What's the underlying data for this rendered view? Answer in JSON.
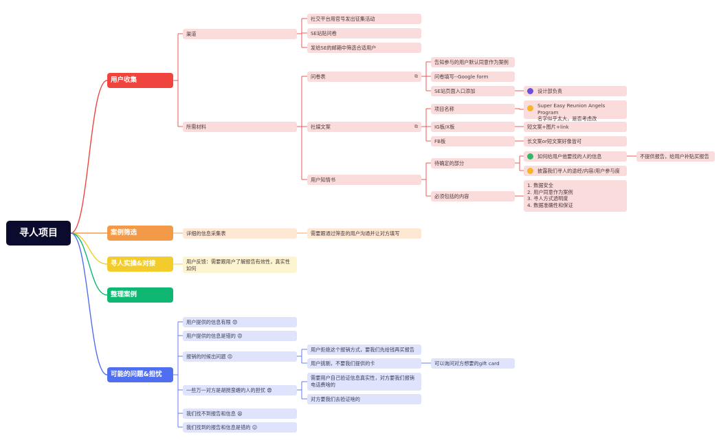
{
  "root": "寻人项目",
  "categories": {
    "c1": "用户收集",
    "c2": "案例筛选",
    "c3": "寻人实操&对接",
    "c4": "整理案例",
    "c5": "可能的问题&担忧"
  },
  "colors": {
    "c1": "#f0443e",
    "c2": "#f39a48",
    "c3": "#f2cc2c",
    "c4": "#0fb872",
    "c5": "#4f6ef0",
    "root": "#0b0b2e"
  },
  "nodes": {
    "qudao": "渠道",
    "social": "社交平台用官号发出征集活动",
    "se_post": "SE站贴问卷",
    "se_mail": "发给SE的邮箱中筛选合适用户",
    "materials": "所需材料",
    "survey": "问卷表",
    "consent_note": "告知参与的用户默认同意作为案例",
    "google_form": "问卷填写--Google form",
    "se_entry": "SE站页面入口添加",
    "design": "设计部负责",
    "social_copy": "社媒文案",
    "project_name": "项目名称",
    "program_l1": "Super Easy Reunion Angels Program",
    "program_l2": "名字似乎太大，是否考虑改",
    "ig": "IG板/X板",
    "ig_val": "短文案+图片+link",
    "fb": "FB板",
    "fb_val": "长文案or短文案好像皆可",
    "informed": "用户知情书",
    "tbd": "待确定的部分",
    "tbd_1": "如何给用户他要找的人的信息",
    "tbd_1a": "不提供报告，给用户补贴买报告",
    "tbd_2": "披露我们寻人的途经/内容/用户参与度",
    "must": "必须包括的内容",
    "must_list": [
      "1. 数据安全",
      "2. 用户同意作为案例",
      "3. 寻人方式透明度",
      "4. 数据准确性和保证"
    ],
    "detail_form": "详细的信息采集表",
    "detail_note": "需要跟通过筛查的用户沟通并让对方填写",
    "feedback": "用户反馈：需要跟用户了解报告有效性，真实性如何",
    "p1": "用户提供的信息有限 😟",
    "p2": "用户提供的信息是错的 😡",
    "p3": "报销的时候出问题 😣",
    "p3a": "用户拒绝这个报销方式，要我们先给钱再买报告",
    "p3b": "用户挑剔，不要我们提供的卡",
    "p3b1": "可以询问对方想要的gift card",
    "p4": "一些万一对方是胡搅蛮缠的人的担忧 😨",
    "p4a": "需要用户自己验证信息真实性，对方要我们报销电话费啥的",
    "p4b": "对方要我们去验证啥的",
    "p5": "我们找不到报告和信息 😫",
    "p6": "我们找到的报告和信息是错的 😖"
  }
}
